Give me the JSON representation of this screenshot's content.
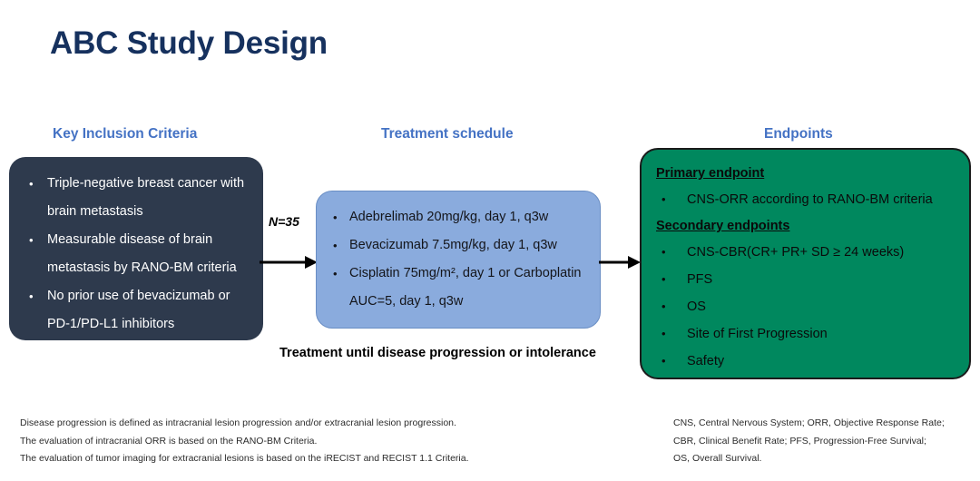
{
  "title": "ABC Study Design",
  "headers": {
    "inclusion": "Key Inclusion Criteria",
    "treatment": "Treatment schedule",
    "endpoints": "Endpoints"
  },
  "inclusion_criteria": [
    "Triple-negative breast cancer with brain metastasis",
    "Measurable disease of brain metastasis by RANO-BM criteria",
    "No prior use of bevacizumab or PD-1/PD-L1 inhibitors"
  ],
  "enrollment_label": "N=35",
  "treatment_schedule": [
    "Adebrelimab 20mg/kg, day 1, q3w",
    "Bevacizumab 7.5mg/kg, day 1, q3w",
    "Cisplatin 75mg/m², day 1 or Carboplatin AUC=5, day 1, q3w"
  ],
  "treatment_caption": "Treatment until disease progression or intolerance",
  "endpoints": {
    "primary_label": "Primary endpoint",
    "primary_items": [
      "CNS-ORR according to RANO-BM criteria"
    ],
    "secondary_label": "Secondary endpoints",
    "secondary_items": [
      "CNS-CBR(CR+ PR+ SD ≥ 24 weeks)",
      "PFS",
      "OS",
      "Site of First Progression",
      "Safety"
    ]
  },
  "footnotes_left": [
    "Disease progression is defined as intracranial lesion progression  and/or extracranial lesion progression.",
    "The evaluation of intracranial ORR is based on the RANO-BM Criteria.",
    "The evaluation of tumor imaging for extracranial lesions is based on the iRECIST and RECIST 1.1 Criteria."
  ],
  "footnotes_right": [
    "CNS, Central Nervous System;  ORR, Objective Response Rate;",
    "CBR, Clinical Benefit Rate; PFS, Progression-Free Survival;",
    "OS, Overall Survival."
  ],
  "colors": {
    "title": "#16315e",
    "header_blue": "#4472c4",
    "inclusion_box": "#2e3a4d",
    "treatment_box": "#8aabdd",
    "endpoints_box": "#00885e"
  }
}
